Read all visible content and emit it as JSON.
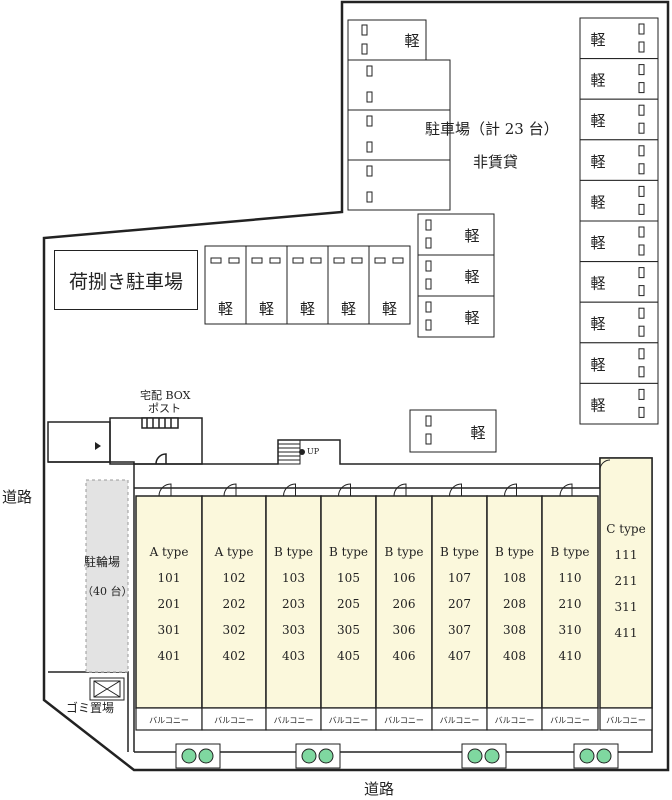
{
  "roads": {
    "west": "道路",
    "south": "道路"
  },
  "parking": {
    "title": "駐車場（計 23 台）",
    "subtitle": "非賃貸",
    "kei_label": "軽",
    "loading_title": "荷捌き駐車場"
  },
  "delivery_box": {
    "line1": "宅配 BOX",
    "line2": "ポスト"
  },
  "stair_label": "UP",
  "bicycle": {
    "line1": "駐輪場",
    "line2": "（40 台）"
  },
  "garbage": "ゴミ置場",
  "balcony_label": "バルコニー",
  "units": [
    {
      "type": "A type",
      "rooms": [
        "101",
        "201",
        "301",
        "401"
      ]
    },
    {
      "type": "A type",
      "rooms": [
        "102",
        "202",
        "302",
        "402"
      ]
    },
    {
      "type": "B type",
      "rooms": [
        "103",
        "203",
        "303",
        "403"
      ]
    },
    {
      "type": "B type",
      "rooms": [
        "105",
        "205",
        "305",
        "405"
      ]
    },
    {
      "type": "B type",
      "rooms": [
        "106",
        "206",
        "306",
        "406"
      ]
    },
    {
      "type": "B type",
      "rooms": [
        "107",
        "207",
        "307",
        "407"
      ]
    },
    {
      "type": "B type",
      "rooms": [
        "108",
        "208",
        "308",
        "408"
      ]
    },
    {
      "type": "B type",
      "rooms": [
        "110",
        "210",
        "310",
        "410"
      ]
    },
    {
      "type": "C type",
      "rooms": [
        "111",
        "211",
        "311",
        "411"
      ]
    }
  ],
  "colors": {
    "unit_fill": "#fbf8dc",
    "bike_fill": "#e3e3e3",
    "line": "#222222",
    "tree": "#7fd8a0"
  }
}
